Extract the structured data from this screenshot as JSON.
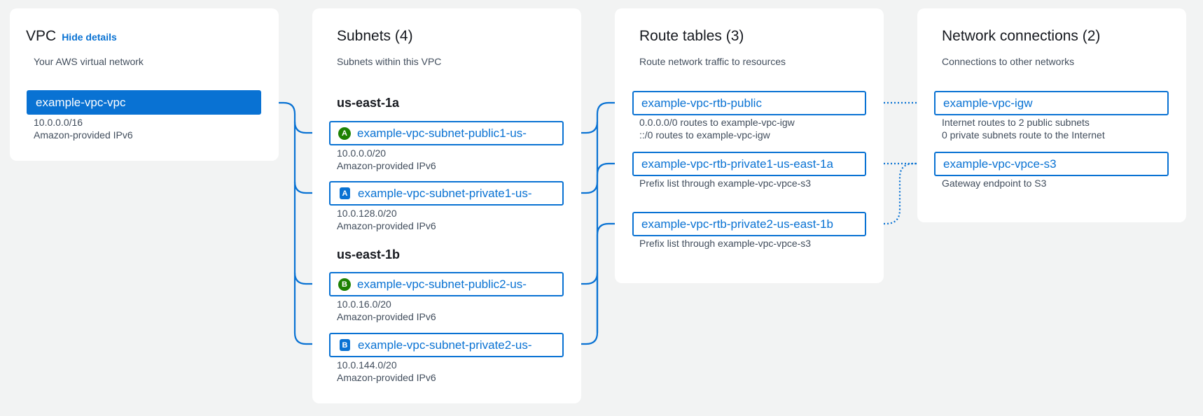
{
  "vpc": {
    "title": "VPC",
    "hide_details_label": "Hide details",
    "subtitle": "Your AWS virtual network",
    "node": {
      "name": "example-vpc-vpc",
      "details": [
        "10.0.0.0/16",
        "Amazon-provided IPv6"
      ]
    }
  },
  "subnets": {
    "title": "Subnets (4)",
    "subtitle": "Subnets within this VPC",
    "zones": [
      {
        "label": "us-east-1a",
        "items": [
          {
            "badge": "A",
            "badge_type": "public",
            "name": "example-vpc-subnet-public1-us-",
            "details": [
              "10.0.0.0/20",
              "Amazon-provided IPv6"
            ]
          },
          {
            "badge": "A",
            "badge_type": "private",
            "name": "example-vpc-subnet-private1-us-",
            "details": [
              "10.0.128.0/20",
              "Amazon-provided IPv6"
            ]
          }
        ]
      },
      {
        "label": "us-east-1b",
        "items": [
          {
            "badge": "B",
            "badge_type": "public",
            "name": "example-vpc-subnet-public2-us-",
            "details": [
              "10.0.16.0/20",
              "Amazon-provided IPv6"
            ]
          },
          {
            "badge": "B",
            "badge_type": "private",
            "name": "example-vpc-subnet-private2-us-",
            "details": [
              "10.0.144.0/20",
              "Amazon-provided IPv6"
            ]
          }
        ]
      }
    ]
  },
  "route_tables": {
    "title": "Route tables (3)",
    "subtitle": "Route network traffic to resources",
    "items": [
      {
        "name": "example-vpc-rtb-public",
        "details": [
          "0.0.0.0/0 routes to example-vpc-igw",
          "::/0 routes to example-vpc-igw"
        ]
      },
      {
        "name": "example-vpc-rtb-private1-us-east-1a",
        "details": [
          "Prefix list through example-vpc-vpce-s3"
        ]
      },
      {
        "name": "example-vpc-rtb-private2-us-east-1b",
        "details": [
          "Prefix list through example-vpc-vpce-s3"
        ]
      }
    ]
  },
  "network_connections": {
    "title": "Network connections (2)",
    "subtitle": "Connections to other networks",
    "items": [
      {
        "name": "example-vpc-igw",
        "details": [
          "Internet routes to 2 public subnets",
          "0 private subnets route to the Internet"
        ]
      },
      {
        "name": "example-vpc-vpce-s3",
        "details": [
          "Gateway endpoint to S3"
        ]
      }
    ]
  },
  "colors": {
    "background": "#f2f3f3",
    "card": "#ffffff",
    "accent": "#0972d3",
    "public_badge": "#1d8102",
    "text": "#16191f",
    "secondary_text": "#414d5c"
  }
}
